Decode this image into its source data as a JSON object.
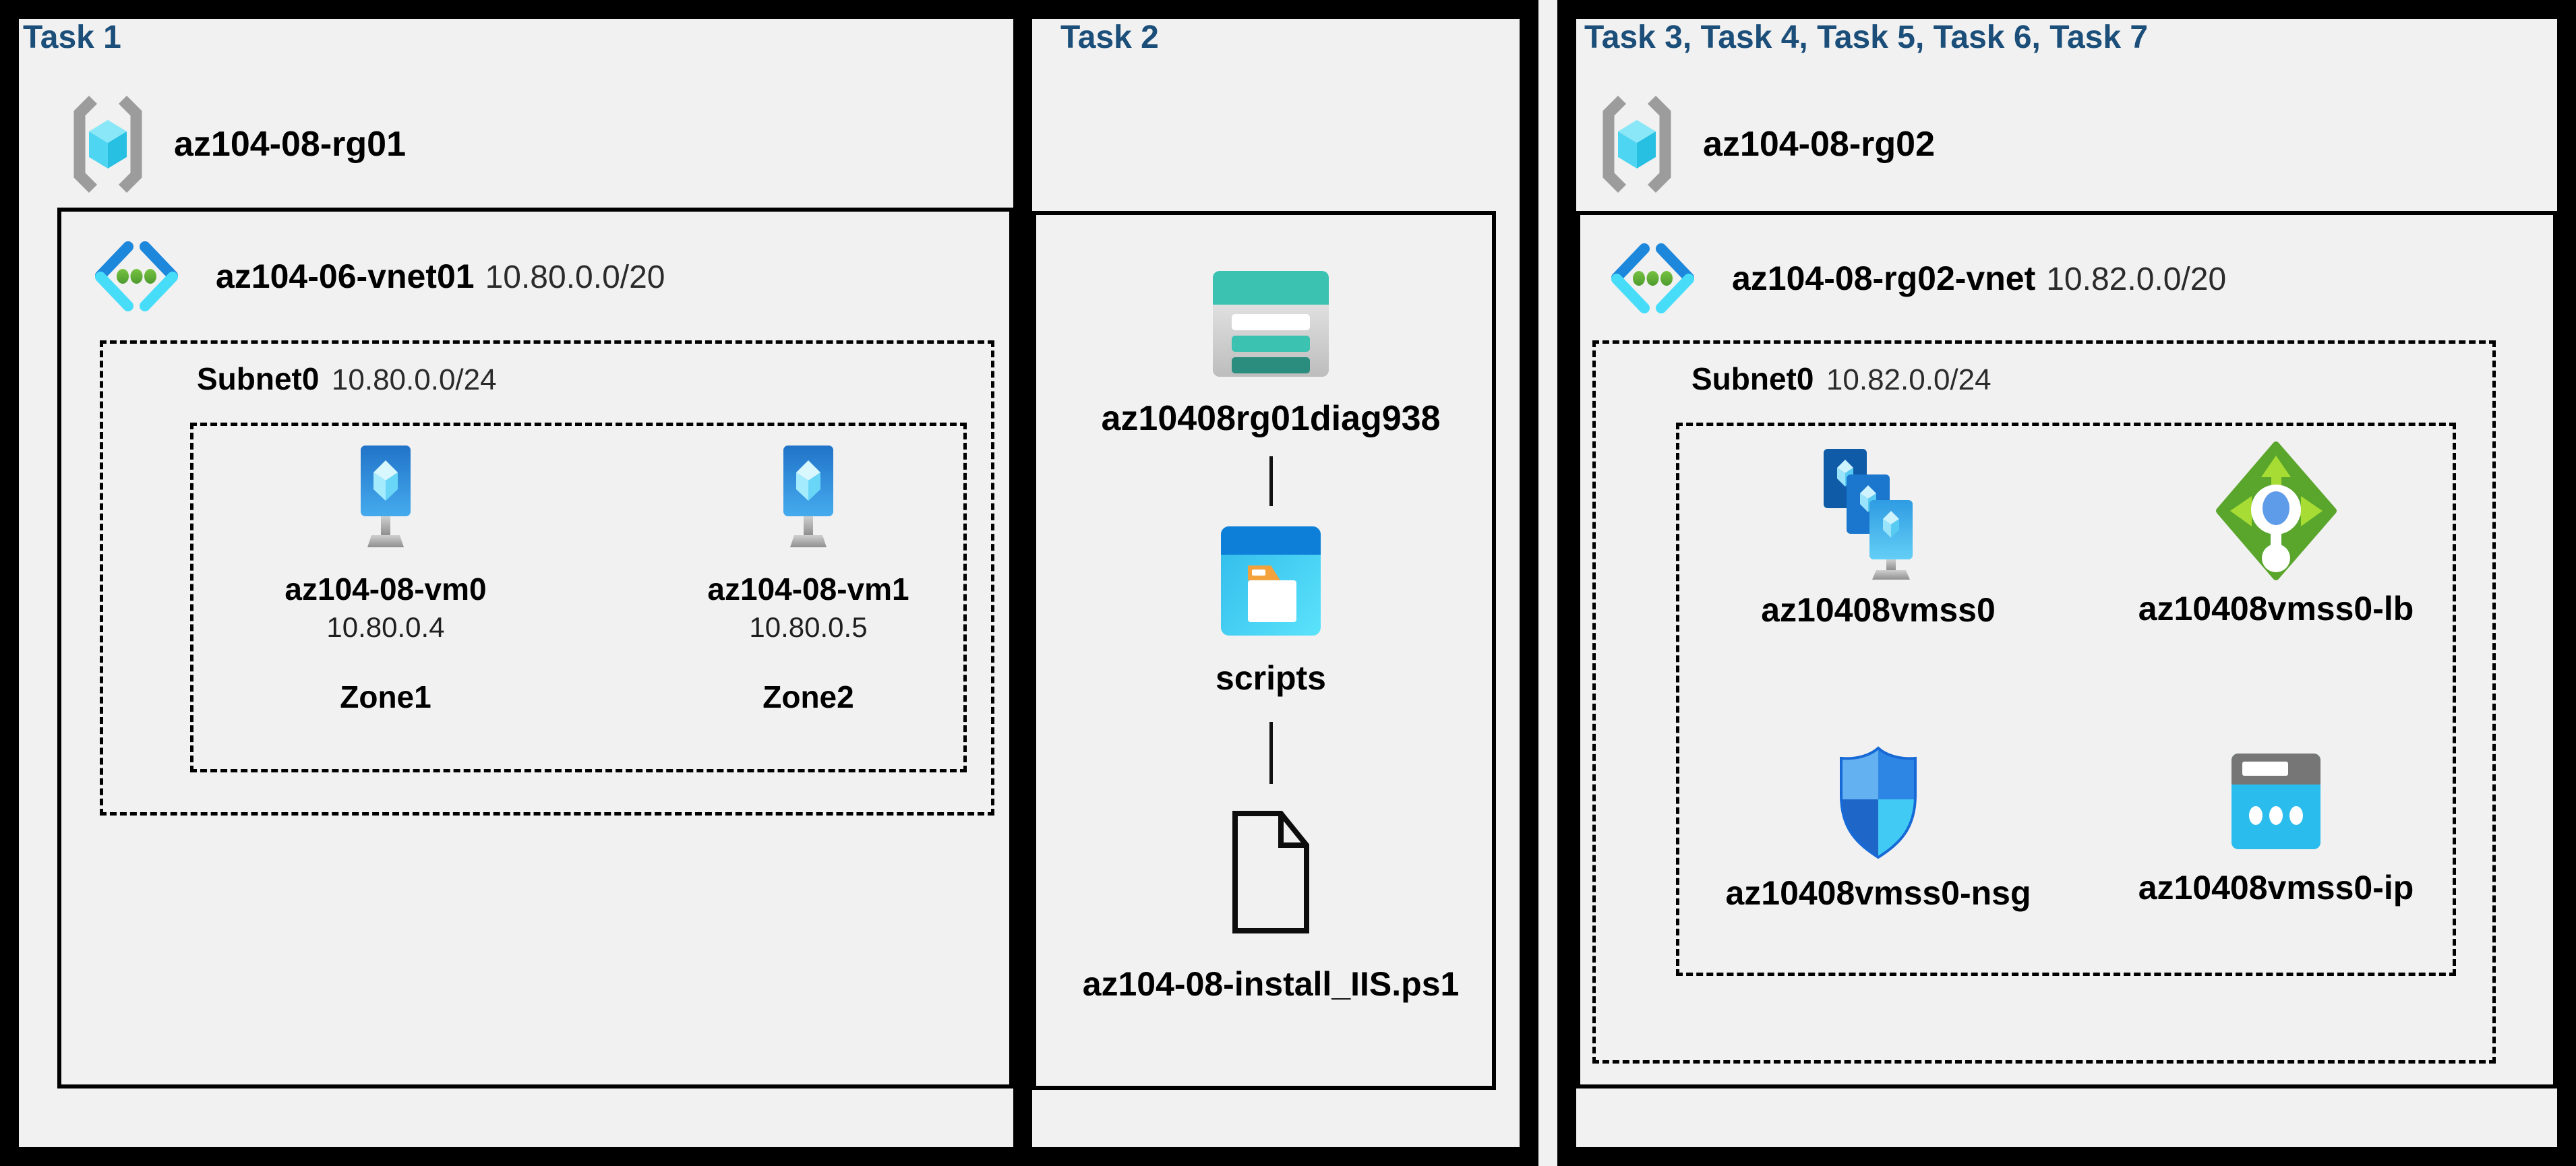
{
  "colors": {
    "background": "#F1F1F1",
    "panel_border": "#000000",
    "title_navy": "#1B4E79",
    "storage_teal": "#3BC2B1",
    "storage_teal_dark": "#2B8D7E",
    "azure_blue": "#1D87DC",
    "azure_cyan": "#47DDF9",
    "vnet_dot_green": "#5FAD30",
    "lb_green": "#5AA62C",
    "lb_green_light": "#A6DC33"
  },
  "panels": [
    {
      "title": "Task 1",
      "resource_group": "az104-08-rg01",
      "vnet_name": "az104-06-vnet01",
      "vnet_cidr": "10.80.0.0/20",
      "subnet_name": "Subnet0",
      "subnet_cidr": "10.80.0.0/24",
      "vms": [
        {
          "name": "az104-08-vm0",
          "ip": "10.80.0.4",
          "zone": "Zone1"
        },
        {
          "name": "az104-08-vm1",
          "ip": "10.80.0.5",
          "zone": "Zone2"
        }
      ]
    },
    {
      "title": "Task 2",
      "storage_account": "az10408rg01diag938",
      "container": "scripts",
      "script_file": "az104-08-install_IIS.ps1"
    },
    {
      "title": "Task 3, Task 4, Task 5, Task 6, Task 7",
      "resource_group": "az104-08-rg02",
      "vnet_name": "az104-08-rg02-vnet",
      "vnet_cidr": "10.82.0.0/20",
      "subnet_name": "Subnet0",
      "subnet_cidr": "10.82.0.0/24",
      "resources": [
        {
          "name": "az10408vmss0"
        },
        {
          "name": "az10408vmss0-lb"
        },
        {
          "name": "az10408vmss0-nsg"
        },
        {
          "name": "az10408vmss0-ip"
        }
      ]
    }
  ]
}
